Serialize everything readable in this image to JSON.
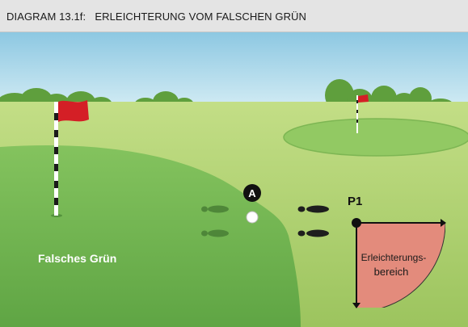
{
  "header": {
    "title": "DIAGRAM 13.1f:   ERLEICHTERUNG VOM FALSCHEN GRÜN"
  },
  "labels": {
    "wrong_green": "Falsches Grün",
    "ball_marker": "A",
    "reference_point": "P1",
    "relief_area_line1": "Erleichterungs-",
    "relief_area_line2": "bereich"
  },
  "colors": {
    "sky": "#aed8ea",
    "fairway": "#a6cc66",
    "green": "#75b856",
    "far_green": "#8cc75f",
    "trees": "#5b9e3a",
    "flag": "#d41f26",
    "relief_area": "#e38b7c",
    "footprints": "#3f6f2e"
  },
  "icons": [
    "flag-icon",
    "golf-ball-icon",
    "footprint-icon"
  ]
}
